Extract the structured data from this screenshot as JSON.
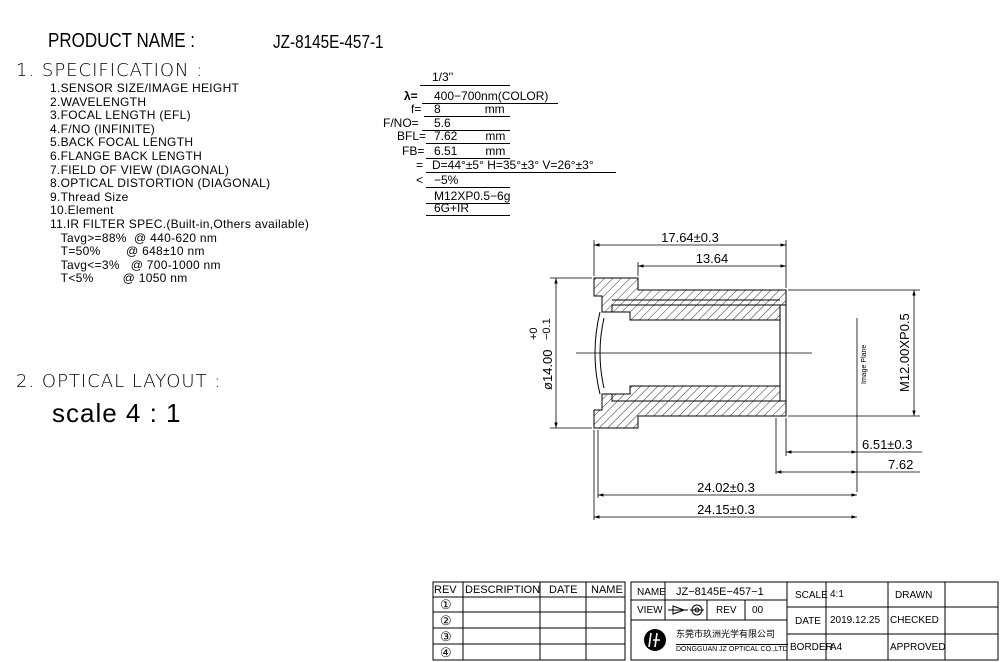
{
  "header": {
    "product_label": "PRODUCT NAME :",
    "product_value": "JZ-8145E-457-1"
  },
  "section1": {
    "title": "1.  SPECIFICATION  :"
  },
  "spec_items": [
    "1.SENSOR SIZE/IMAGE HEIGHT",
    "2.WAVELENGTH",
    "3.FOCAL LENGTH (EFL)",
    "4.F/NO (INFINITE)",
    "5.BACK FOCAL LENGTH",
    "6.FLANGE BACK LENGTH",
    "7.FIELD OF VIEW (DIAGONAL)",
    "8.OPTICAL DISTORTION (DIAGONAL)",
    "9.Thread Size",
    "10.Element",
    "11.IR FILTER SPEC.(Built-in,Others available)",
    "   Tavg>=88%  @ 440-620 nm",
    "   T=50%       @ 648±10 nm",
    "   Tavg<=3%   @ 700-1000 nm",
    "   T<5%        @ 1050 nm"
  ],
  "spec_values": {
    "sensor": "1/3''",
    "lambda_prefix": "λ=",
    "wavelength": "400−700nm(COLOR)",
    "f_prefix": "f=",
    "f_value": "8",
    "f_unit": "mm",
    "fno_prefix": "F/NO=",
    "fno_value": "5.6",
    "bfl_prefix": "BFL=",
    "bfl_value": "7.62",
    "bfl_unit": "mm",
    "fb_prefix": "FB=",
    "fb_value": "6.51",
    "fb_unit": "mm",
    "fov_prefix": "=",
    "fov_value": "D=44°±5°  H=35°±3°  V=26°±3°",
    "dist_prefix": "<",
    "dist_value": "−5%",
    "thread": "M12XP0.5−6g",
    "element": "6G+IR"
  },
  "section2": {
    "title": "2.  OPTICAL  LAYOUT  :",
    "scale": "scale  4 : 1"
  },
  "dimensions": {
    "top_outer": "17.64±0.3",
    "top_inner": "13.64",
    "diameter_main": "ø14.00",
    "diameter_tol_plus": "+0",
    "diameter_tol_minus": "−0.1",
    "thread_label": "M12.00XP0.5",
    "image_plane": "Image Plane",
    "fb": "6.51±0.3",
    "bfl": "7.62",
    "overall_1": "24.02±0.3",
    "overall_2": "24.15±0.3"
  },
  "title_block": {
    "rev_headers": [
      "REV",
      "DESCRIPTION",
      "DATE",
      "NAME"
    ],
    "rev_numbers": [
      "①",
      "②",
      "③",
      "④"
    ],
    "name_label": "NAME",
    "name_value": "JZ−8145E−457−1",
    "view_label": "VIEW",
    "rev_label": "REV",
    "rev_value": "00",
    "company_cn": "东莞市玖洲光学有限公司",
    "company_en": "DONGGUAN JZ OPTICAL CO.,LTD",
    "scale_label": "SCALE",
    "scale_value": "4:1",
    "date_label": "DATE",
    "date_value": "2019.12.25",
    "border_label": "BORDER",
    "border_value": "A4",
    "drawn": "DRAWN",
    "checked": "CHECKED",
    "approved": "APPROVED"
  }
}
